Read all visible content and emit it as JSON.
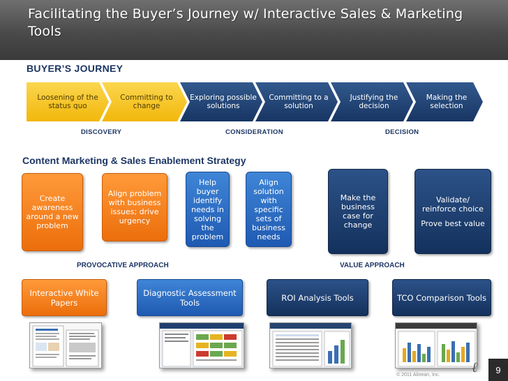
{
  "slide": {
    "title": "Facilitating the Buyer’s Journey w/ Interactive Sales & Marketing Tools",
    "buyers_journey_label": "BUYER’S JOURNEY",
    "content_strategy_label": "Content Marketing & Sales Enablement Strategy",
    "page_number": "9",
    "copyright": "© 2011 Alinean, Inc.",
    "logo_mark": "ℓ"
  },
  "journey_steps": [
    {
      "label": "Loosening of the status quo",
      "color": "#f5c01e"
    },
    {
      "label": "Committing to change",
      "color": "#f5c01e"
    },
    {
      "label": "Exploring possible solutions",
      "color": "#1f3f6f"
    },
    {
      "label": "Committing to a solution",
      "color": "#1f3f6f"
    },
    {
      "label": "Justifying the decision",
      "color": "#1f3f6f"
    },
    {
      "label": "Making the selection",
      "color": "#1f3f6f"
    }
  ],
  "stages": [
    "DISCOVERY",
    "CONSIDERATION",
    "DECISION"
  ],
  "strategy_boxes": [
    {
      "label": "Create awareness around a new problem",
      "color": "#f2811c"
    },
    {
      "label": "Align problem with business issues; drive urgency",
      "color": "#f2811c"
    },
    {
      "label": "Help buyer identify needs in solving the problem",
      "color": "#2a6fc6"
    },
    {
      "label": "Align solution with specific sets of business needs",
      "color": "#2a6fc6"
    },
    {
      "label": "Make the business case for change",
      "color": "#1c3d6e"
    },
    {
      "label_lines": [
        "Validate/ reinforce choice",
        "Prove best value"
      ],
      "color": "#1c3d6e"
    }
  ],
  "approaches": [
    "PROVOCATIVE APPROACH",
    "VALUE APPROACH"
  ],
  "tools": [
    {
      "label": "Interactive White Papers",
      "color": "#f2811c"
    },
    {
      "label": "Diagnostic Assessment Tools",
      "color": "#2a6fc6"
    },
    {
      "label": "ROI Analysis Tools",
      "color": "#1c3d6e"
    },
    {
      "label": "TCO Comparison Tools",
      "color": "#1c3d6e"
    }
  ]
}
